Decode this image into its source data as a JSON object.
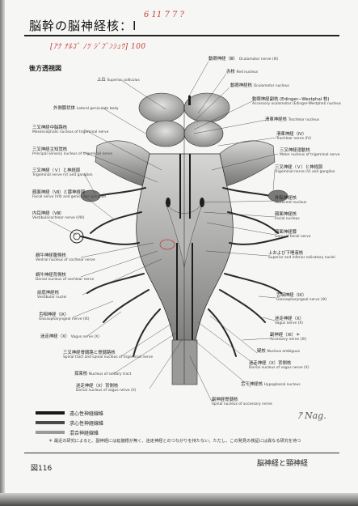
{
  "page": {
    "title": "脳幹の脳神経核：I",
    "handwritten_top": "6 11 7 7 ?",
    "handwritten_sub": "[ｱｸ ﾅﾙｺﾞ ﾉﾂ ｼﾞﾌﾞﾝｼｭｳ] 100",
    "section_label": "後方透視図",
    "figure_number": "図116",
    "chapter_title": "脳神経と頸神経",
    "note": "＊ 最近の研究によると、副神経には延髄根が無く、迷走神経とのつながりを持たない。ただし、この発見の検証には異なる研究を待つ",
    "signature": "ｱ Nag."
  },
  "labels_left": [
    {
      "jp": "上丘",
      "en": "Superior colliculus"
    },
    {
      "jp": "外側膝状体",
      "en": "Lateral geniculate body"
    },
    {
      "jp": "三叉神経中脳路核",
      "en": "Mesencephalic nucleus of trigeminal nerve"
    },
    {
      "jp": "三叉神経主知覚核",
      "en": "Principal sensory nucleus of trigeminal nerve"
    },
    {
      "jp": "三叉神経（Ｖ）と神経節",
      "en": "Trigeminal nerve (V) and ganglion"
    },
    {
      "jp": "顔面神経（Ⅶ）と膝神経節",
      "en": "Facial nerve (VII) and geniculate ganglion"
    },
    {
      "jp": "内耳神経（Ⅷ）",
      "en": "Vestibulocochlear nerve (VIII)"
    },
    {
      "jp": "蝸牛神経腹側核",
      "en": "Ventral nucleus of cochlear nerve"
    },
    {
      "jp": "蝸牛神経背側核",
      "en": "Dorsal nucleus of cochlear nerve"
    },
    {
      "jp": "前庭神経核",
      "en": "Vestibular nuclei"
    },
    {
      "jp": "舌咽神経（Ⅸ）",
      "en": "Glossopharyngeal nerve (IX)"
    },
    {
      "jp": "迷走神経（Ⅹ）",
      "en": "Vagus nerve (X)"
    },
    {
      "jp": "三叉神経脊髄路と脊髄路核",
      "en": "Spinal tract and spinal nucleus of trigeminal nerve"
    },
    {
      "jp": "孤束核",
      "en": "Nucleus of solitary tract"
    },
    {
      "jp": "迷走神経（Ⅹ）背側核",
      "en": "Dorsal nucleus of vagus nerve (X)"
    }
  ],
  "labels_right": [
    {
      "jp": "動眼神経（Ⅲ）",
      "en": "Oculomotor nerve (III)"
    },
    {
      "jp": "赤核",
      "en": "Red nucleus"
    },
    {
      "jp": "動眼神経核",
      "en": "Oculomotor nucleus"
    },
    {
      "jp": "動眼神経副核 (Edinger−Westphal 核)",
      "en": "Accessory oculomotor (Edinger-Westphal) nucleus"
    },
    {
      "jp": "滑車神経核",
      "en": "Trochlear nucleus"
    },
    {
      "jp": "滑車神経（Ⅳ）",
      "en": "Trochlear nerve (IV)"
    },
    {
      "jp": "三叉神経運動核",
      "en": "Motor nucleus of trigeminal nerve"
    },
    {
      "jp": "三叉神経（Ｖ）と神経節",
      "en": "Trigeminal nerve (V) and ganglion"
    },
    {
      "jp": "外転神経核",
      "en": "Abducent nucleus"
    },
    {
      "jp": "顔面神経核",
      "en": "Facial nucleus"
    },
    {
      "jp": "顔面神経膝",
      "en": "Genu of facial nerve"
    },
    {
      "jp": "上および下唾液核",
      "en": "Superior and inferior salivatory nuclei"
    },
    {
      "jp": "舌咽神経（Ⅸ）",
      "en": "Glossopharyngeal nerve (IX)"
    },
    {
      "jp": "迷走神経（Ⅹ）",
      "en": "Vagus nerve (X)"
    },
    {
      "jp": "副神経（Ⅺ）＊",
      "en": "Accessory nerve (XI)"
    },
    {
      "jp": "疑核",
      "en": "Nucleus ambiguus"
    },
    {
      "jp": "迷走神経（Ⅹ）背側核",
      "en": "Dorsal nucleus of vagus nerve (X)"
    },
    {
      "jp": "舌下神経核",
      "en": "Hypoglossal nucleus"
    },
    {
      "jp": "副神経脊髄核",
      "en": "Spinal nucleus of accessory nerve"
    }
  ],
  "legend": [
    {
      "label": "遠心性神経線維",
      "color": "#1a1a1a"
    },
    {
      "label": "求心性神経線維",
      "color": "#4a4a4a"
    },
    {
      "label": "混合神経線維",
      "color": "#9a9a9a"
    }
  ]
}
